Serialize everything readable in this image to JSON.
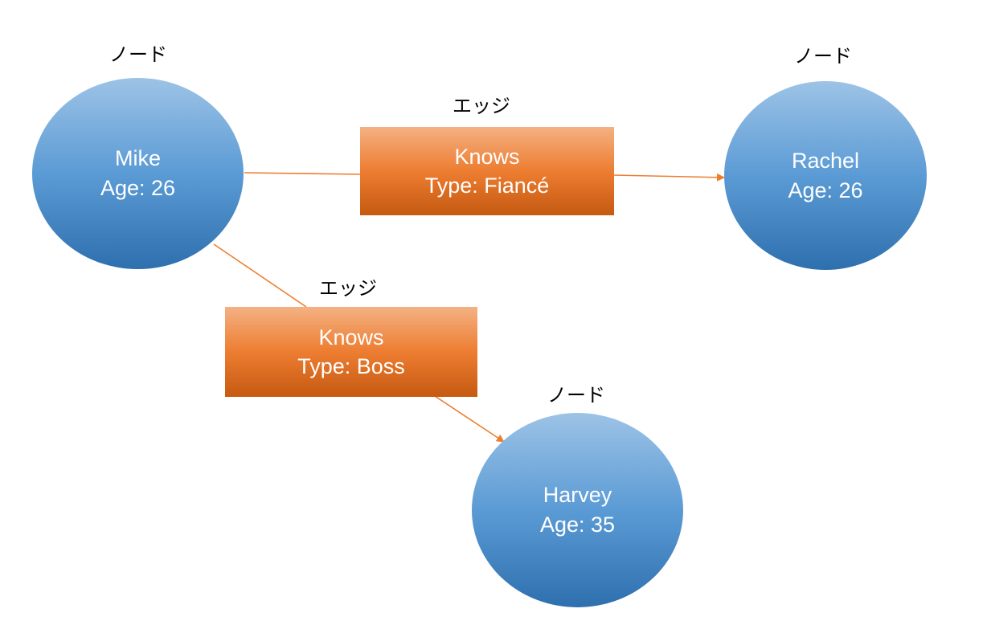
{
  "nodes": {
    "mike": {
      "caption": "ノード",
      "name": "Mike",
      "age": "Age: 26"
    },
    "rachel": {
      "caption": "ノード",
      "name": "Rachel",
      "age": "Age: 26"
    },
    "harvey": {
      "caption": "ノード",
      "name": "Harvey",
      "age": "Age: 35"
    }
  },
  "edges": {
    "fiance": {
      "caption": "エッジ",
      "label": "Knows",
      "type": "Type: Fiancé"
    },
    "boss": {
      "caption": "エッジ",
      "label": "Knows",
      "type": "Type: Boss"
    }
  },
  "colors": {
    "node": "#5b9bd5",
    "edge": "#ed7d31",
    "connector": "#ed7d31"
  }
}
